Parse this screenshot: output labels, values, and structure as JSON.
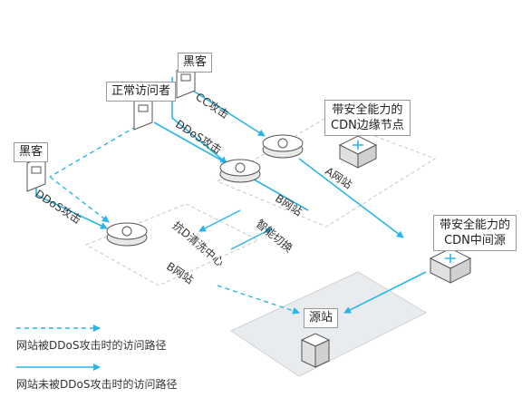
{
  "nodes": {
    "hacker_left": "黑客",
    "hacker_top": "黑客",
    "normal_visitor": "正常访问者",
    "cdn_edge_line1": "带安全能力的",
    "cdn_edge_line2": "CDN边缘节点",
    "cdn_mid_line1": "带安全能力的",
    "cdn_mid_line2": "CDN中间源",
    "origin": "源站"
  },
  "edge_labels": {
    "cc_attack": "CC攻击",
    "ddos_attack_top": "DDoS攻击",
    "ddos_attack_left": "DDoS攻击",
    "site_a": "A网站",
    "site_b_top": "B网站",
    "scrubbing_center": "抗D清洗中心",
    "site_b_bottom": "B网站",
    "smart_switch": "智能切换"
  },
  "legend": {
    "dashed": "网站被DDoS攻击时的访问路径",
    "solid": "网站未被DDoS攻击时的访问路径"
  },
  "colors": {
    "accent": "#29b6e6",
    "zone_fill": "#e9ecef",
    "zone_border": "#c8c8c8"
  }
}
